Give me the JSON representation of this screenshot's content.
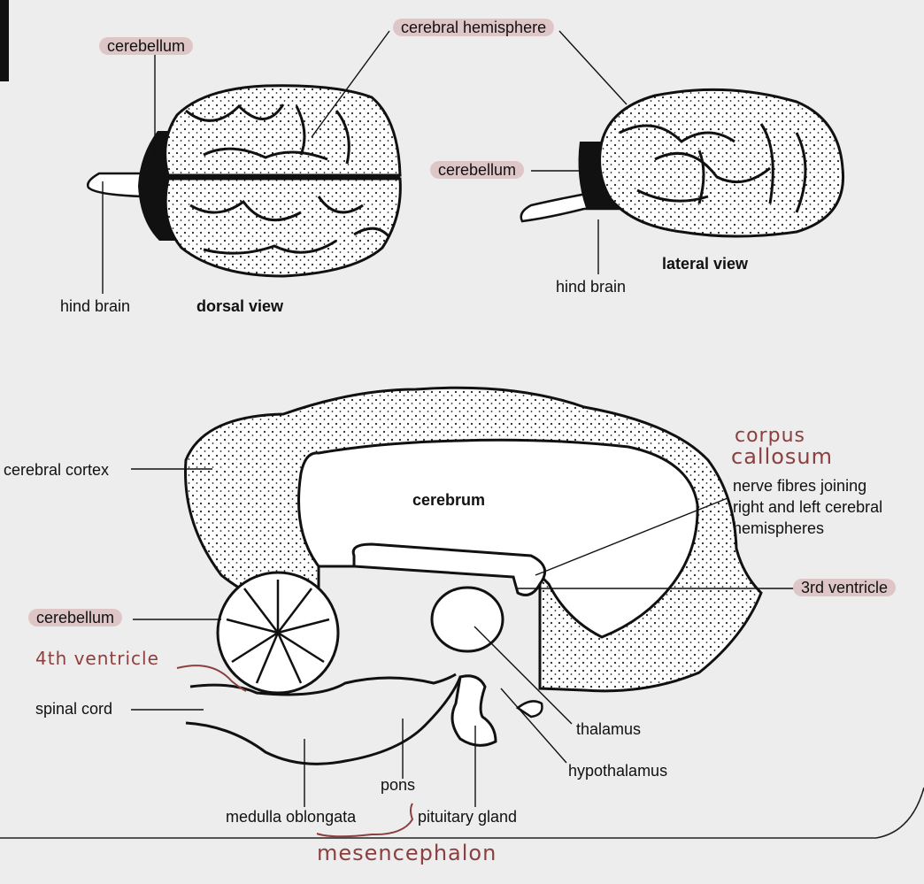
{
  "views": {
    "dorsal": {
      "title": "dorsal view",
      "cerebellum": "cerebellum",
      "hemisphere": "cerebral hemisphere",
      "hind_brain": "hind brain"
    },
    "lateral": {
      "title": "lateral view",
      "cerebellum": "cerebellum",
      "hind_brain": "hind brain"
    }
  },
  "section": {
    "cerebral_cortex": "cerebral cortex",
    "cerebrum": "cerebrum",
    "nerve_fibres": [
      "nerve fibres joining",
      "right and left cerebral",
      "hemispheres"
    ],
    "third_ventricle": "3rd ventricle",
    "cerebellum": "cerebellum",
    "spinal_cord": "spinal cord",
    "thalamus": "thalamus",
    "hypothalamus": "hypothalamus",
    "pons": "pons",
    "medulla": "medulla oblongata",
    "pituitary": "pituitary gland"
  },
  "annotations": {
    "corpus": [
      "corpus",
      "callosum"
    ],
    "fourth_ventricle": "4th ventricle",
    "mesencephalon": "mesencephalon"
  },
  "colors": {
    "background": "#ededed",
    "highlight": "#dfc6c6",
    "handwriting": "#8b3f3f",
    "ink": "#111111"
  }
}
